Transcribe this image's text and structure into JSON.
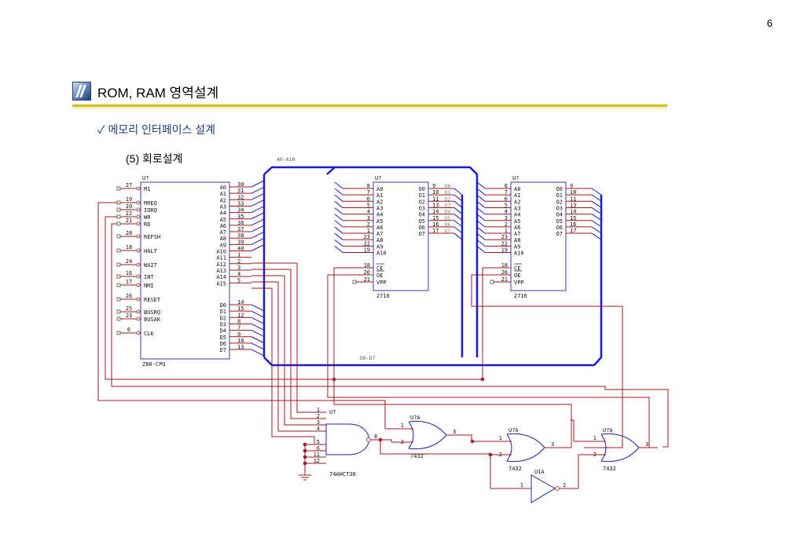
{
  "page_number": "6",
  "title": "ROM, RAM 영역설계",
  "bullet": "✓  메모리 인터페이스 설계",
  "subheading": "(5) 회로설계",
  "bus_labels": {
    "address": "A0-A10",
    "data": "D0-D7"
  },
  "cpu": {
    "ref": "U?",
    "name": "Z80-CPU",
    "left_pins": [
      {
        "num": "27",
        "name": "M1"
      },
      {
        "num": "19",
        "name": "MREQ"
      },
      {
        "num": "20",
        "name": "IORQ"
      },
      {
        "num": "22",
        "name": "WR"
      },
      {
        "num": "21",
        "name": "RD"
      },
      {
        "num": "28",
        "name": "REFSH"
      },
      {
        "num": "18",
        "name": "HALT"
      },
      {
        "num": "24",
        "name": "WAIT"
      },
      {
        "num": "16",
        "name": "INT"
      },
      {
        "num": "17",
        "name": "NMI"
      },
      {
        "num": "26",
        "name": "RESET"
      },
      {
        "num": "25",
        "name": "BUSRQ"
      },
      {
        "num": "23",
        "name": "BUSAK"
      },
      {
        "num": "6",
        "name": "CLK"
      }
    ],
    "addr_pins": [
      {
        "num": "30",
        "name": "A0"
      },
      {
        "num": "31",
        "name": "A1"
      },
      {
        "num": "32",
        "name": "A2"
      },
      {
        "num": "33",
        "name": "A3"
      },
      {
        "num": "34",
        "name": "A4"
      },
      {
        "num": "35",
        "name": "A5"
      },
      {
        "num": "36",
        "name": "A6"
      },
      {
        "num": "37",
        "name": "A7"
      },
      {
        "num": "38",
        "name": "A8"
      },
      {
        "num": "39",
        "name": "A9"
      },
      {
        "num": "40",
        "name": "A10"
      },
      {
        "num": "1",
        "name": "A11"
      },
      {
        "num": "2",
        "name": "A12"
      },
      {
        "num": "3",
        "name": "A13"
      },
      {
        "num": "4",
        "name": "A14"
      },
      {
        "num": "5",
        "name": "A15"
      }
    ],
    "data_pins": [
      {
        "num": "14",
        "name": "D0"
      },
      {
        "num": "15",
        "name": "D1"
      },
      {
        "num": "12",
        "name": "D2"
      },
      {
        "num": "8",
        "name": "D3"
      },
      {
        "num": "7",
        "name": "D4"
      },
      {
        "num": "9",
        "name": "D5"
      },
      {
        "num": "10",
        "name": "D6"
      },
      {
        "num": "13",
        "name": "D7"
      }
    ]
  },
  "roms": [
    {
      "ref": "U?",
      "name": "2716",
      "addr_pins": [
        {
          "num": "8",
          "name": "A0"
        },
        {
          "num": "7",
          "name": "A1"
        },
        {
          "num": "6",
          "name": "A2"
        },
        {
          "num": "5",
          "name": "A3"
        },
        {
          "num": "4",
          "name": "A4"
        },
        {
          "num": "3",
          "name": "A5"
        },
        {
          "num": "2",
          "name": "A6"
        },
        {
          "num": "1",
          "name": "A7"
        },
        {
          "num": "23",
          "name": "A8"
        },
        {
          "num": "22",
          "name": "A9"
        },
        {
          "num": "19",
          "name": "A10"
        }
      ],
      "out_pins": [
        {
          "num": "9",
          "name": "O0"
        },
        {
          "num": "10",
          "name": "O1"
        },
        {
          "num": "11",
          "name": "O2"
        },
        {
          "num": "13",
          "name": "O3"
        },
        {
          "num": "14",
          "name": "O4"
        },
        {
          "num": "15",
          "name": "O5"
        },
        {
          "num": "16",
          "name": "O6"
        },
        {
          "num": "17",
          "name": "O7"
        }
      ],
      "data_labels": [
        "D0",
        "D1",
        "D2",
        "D3",
        "D4",
        "D5",
        "D6",
        "D7"
      ],
      "ctrl_pins": [
        {
          "num": "18",
          "name": "CE"
        },
        {
          "num": "20",
          "name": "OE"
        },
        {
          "num": "21",
          "name": "VPP"
        }
      ]
    },
    {
      "ref": "U?",
      "name": "2716",
      "addr_pins": [
        {
          "num": "8",
          "name": "A0"
        },
        {
          "num": "7",
          "name": "A1"
        },
        {
          "num": "6",
          "name": "A2"
        },
        {
          "num": "5",
          "name": "A3"
        },
        {
          "num": "4",
          "name": "A4"
        },
        {
          "num": "3",
          "name": "A5"
        },
        {
          "num": "2",
          "name": "A6"
        },
        {
          "num": "1",
          "name": "A7"
        },
        {
          "num": "23",
          "name": "A8"
        },
        {
          "num": "22",
          "name": "A9"
        },
        {
          "num": "19",
          "name": "A10"
        }
      ],
      "out_pins": [
        {
          "num": "9",
          "name": "O0"
        },
        {
          "num": "10",
          "name": "O1"
        },
        {
          "num": "11",
          "name": "O2"
        },
        {
          "num": "13",
          "name": "O3"
        },
        {
          "num": "14",
          "name": "O4"
        },
        {
          "num": "15",
          "name": "O5"
        },
        {
          "num": "16",
          "name": "O6"
        },
        {
          "num": "17",
          "name": "O7"
        }
      ],
      "data_labels": [],
      "ctrl_pins": [
        {
          "num": "18",
          "name": "CE"
        },
        {
          "num": "20",
          "name": "OE"
        },
        {
          "num": "21",
          "name": "VPP"
        }
      ]
    }
  ],
  "nand": {
    "ref": "U?",
    "name": "74AHCT30",
    "inputs": [
      "1",
      "2",
      "3",
      "4",
      "5",
      "6",
      "11",
      "12"
    ],
    "output": "8"
  },
  "or1": {
    "ref": "U?A",
    "name": "7432",
    "in1": "1",
    "in2": "2",
    "out": "3"
  },
  "or2": {
    "ref": "U?A",
    "name": "7432",
    "in1": "1",
    "in2": "2",
    "out": "3"
  },
  "or3": {
    "ref": "U?A",
    "name": "7432",
    "in1": "1",
    "in2": "2",
    "out": "3"
  },
  "inv": {
    "ref": "U1A",
    "in": "1",
    "out": "2"
  }
}
